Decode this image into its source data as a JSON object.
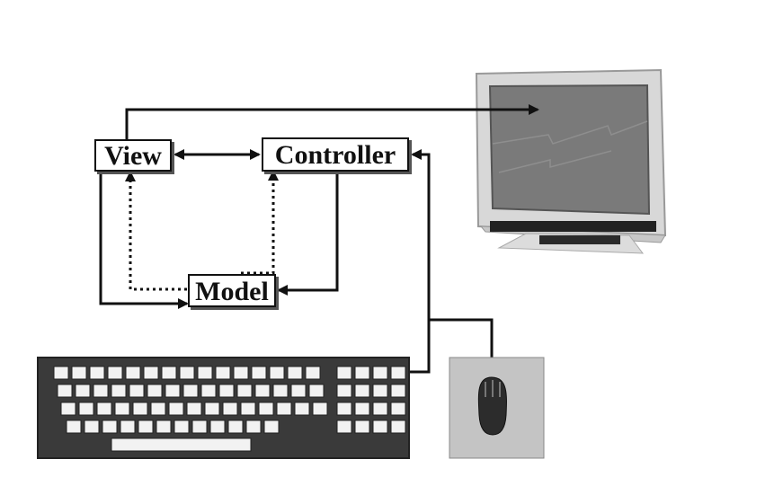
{
  "diagram": {
    "nodes": {
      "view": "View",
      "controller": "Controller",
      "model": "Model"
    },
    "edges": [
      {
        "from": "view",
        "to": "controller",
        "style": "solid",
        "direction": "both"
      },
      {
        "from": "view",
        "to": "monitor",
        "style": "solid",
        "direction": "forward"
      },
      {
        "from": "view",
        "to": "model",
        "style": "solid",
        "direction": "forward"
      },
      {
        "from": "model",
        "to": "view",
        "style": "dotted",
        "direction": "forward"
      },
      {
        "from": "model",
        "to": "controller",
        "style": "dotted",
        "direction": "forward"
      },
      {
        "from": "controller",
        "to": "model",
        "style": "solid",
        "direction": "forward"
      },
      {
        "from": "keyboard",
        "to": "controller",
        "style": "solid",
        "direction": "forward"
      },
      {
        "from": "mouse",
        "to": "controller",
        "style": "solid",
        "direction": "forward"
      }
    ],
    "devices": [
      "monitor-icon",
      "keyboard-icon",
      "mouse-icon"
    ],
    "colors": {
      "line": "#111111",
      "screen": "#7a7a7a",
      "mouse_pad": "#c4c4c4",
      "keyboard": "#3a3a3a"
    }
  }
}
